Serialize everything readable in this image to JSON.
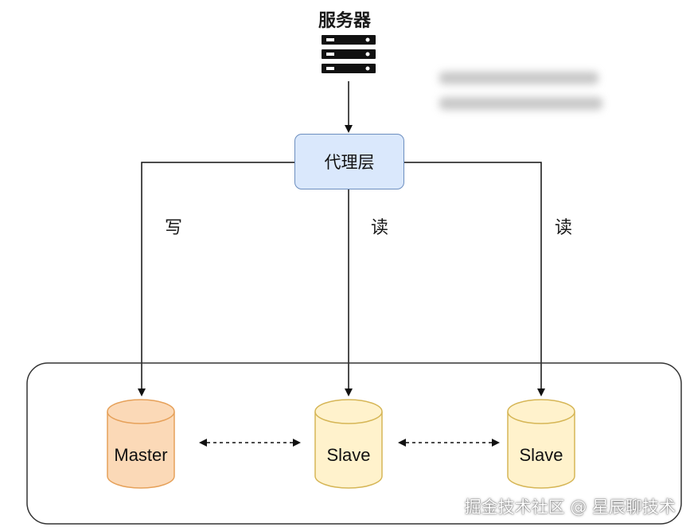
{
  "nodes": {
    "server": {
      "label": "服务器"
    },
    "proxy": {
      "label": "代理层"
    },
    "master": {
      "label": "Master"
    },
    "slave1": {
      "label": "Slave"
    },
    "slave2": {
      "label": "Slave"
    }
  },
  "edges": {
    "to_master": "写",
    "to_slave1": "读",
    "to_slave2": "读"
  },
  "colors": {
    "proxy_fill": "#dae8fc",
    "proxy_stroke": "#6c8ebf",
    "master_fill": "#fbd9b7",
    "master_stroke": "#e6a15a",
    "slave_fill": "#fff2cc",
    "slave_stroke": "#d6b656"
  },
  "watermark": "掘金技术社区 @ 星辰聊技术"
}
